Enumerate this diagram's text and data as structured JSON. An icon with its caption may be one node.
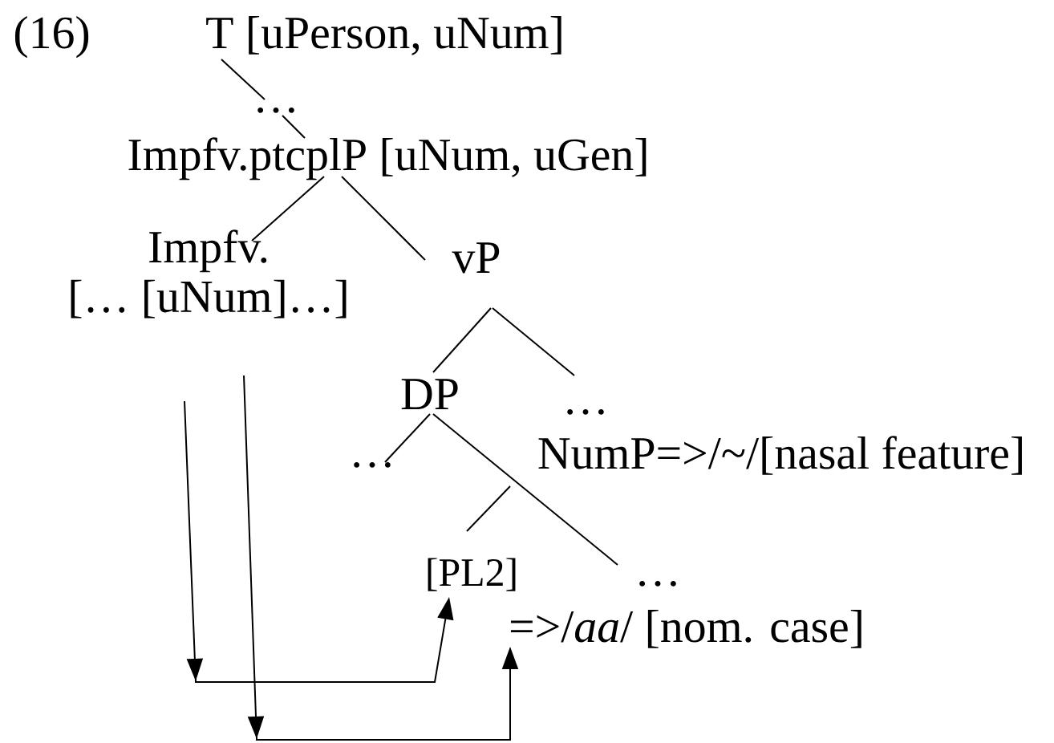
{
  "diagram": {
    "nodes": [
      {
        "text": [
          "T [uPerson, uNum]"
        ]
      },
      {
        "text": [
          "…"
        ]
      },
      {
        "text": [
          "Impfv.ptcplP [uNum, uGen]"
        ]
      },
      {
        "text": [
          "Impfv.",
          "[… [uNum]…]"
        ]
      },
      {
        "text": [
          "vP"
        ]
      },
      {
        "text": [
          "DP"
        ]
      },
      {
        "text": [
          "…"
        ]
      },
      {
        "text": [
          "…"
        ]
      },
      {
        "text": [
          "NumP=>/~/[nasal feature]"
        ]
      },
      {
        "text": [
          "[PL2]"
        ]
      },
      {
        "text": [
          "…"
        ]
      },
      {
        "text": [
          "=>/*aa*/ [nom. case]"
        ]
      }
    ],
    "edges": [
      {
        "from": 0,
        "to": 1,
        "arrow": "none"
      },
      {
        "from": 1,
        "to": 2,
        "arrow": "none"
      },
      {
        "from": 2,
        "to": 3,
        "arrow": "none"
      },
      {
        "from": 2,
        "to": 4,
        "arrow": "none"
      },
      {
        "from": 4,
        "to": 5,
        "arrow": "none"
      },
      {
        "from": 4,
        "to": 6,
        "arrow": "none"
      },
      {
        "from": 5,
        "to": 7,
        "arrow": "none"
      },
      {
        "from": 5,
        "to": 10,
        "arrow": "none"
      },
      {
        "from": 8,
        "to": 9,
        "arrow": "none"
      },
      {
        "from": 3,
        "to": 9,
        "arrow": "to"
      },
      {
        "from": 3,
        "to": 11,
        "arrow": "to"
      }
    ],
    "labels": [
      "(16)"
    ]
  }
}
